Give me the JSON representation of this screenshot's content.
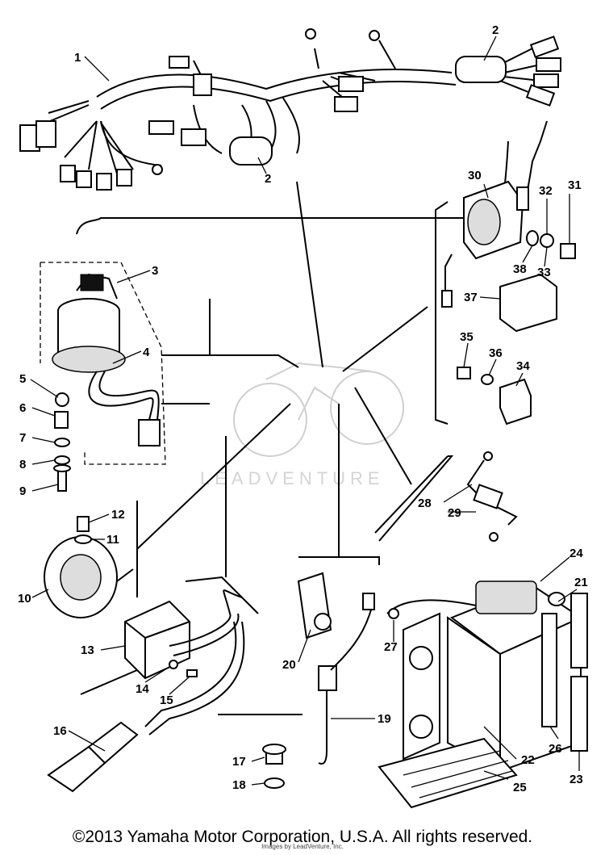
{
  "watermark": "LEADVENTURE",
  "callouts": {
    "c1": "1",
    "c2a": "2",
    "c2b": "2",
    "c3": "3",
    "c4": "4",
    "c5": "5",
    "c6": "6",
    "c7": "7",
    "c8": "8",
    "c9": "9",
    "c10": "10",
    "c11": "11",
    "c12": "12",
    "c13": "13",
    "c14": "14",
    "c15": "15",
    "c16": "16",
    "c17": "17",
    "c18": "18",
    "c19": "19",
    "c20": "20",
    "c21": "21",
    "c22": "22",
    "c23": "23",
    "c24": "24",
    "c25": "25",
    "c26": "26",
    "c27": "27",
    "c28": "28",
    "c29": "29",
    "c30": "30",
    "c31": "31",
    "c32": "32",
    "c33": "33",
    "c34": "34",
    "c35": "35",
    "c36": "36",
    "c37": "37",
    "c38": "38"
  },
  "footer": {
    "copyright": "©2013 Yamaha Motor Corporation, U.S.A. All rights reserved.",
    "credit": "Images by LeadVenture, Inc."
  }
}
